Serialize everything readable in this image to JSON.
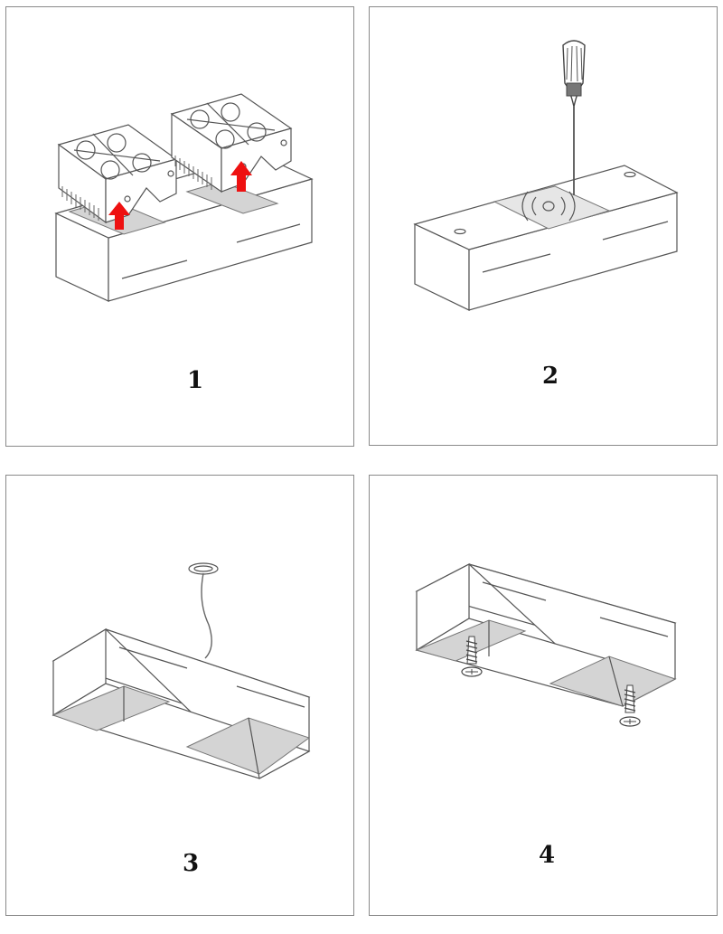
{
  "steps": [
    {
      "number": "1"
    },
    {
      "number": "2"
    },
    {
      "number": "3"
    },
    {
      "number": "4"
    }
  ],
  "colors": {
    "arrow": "#ee1111",
    "line": "#555555",
    "shade": "#d4d4d4",
    "border": "#8a8a8a"
  }
}
